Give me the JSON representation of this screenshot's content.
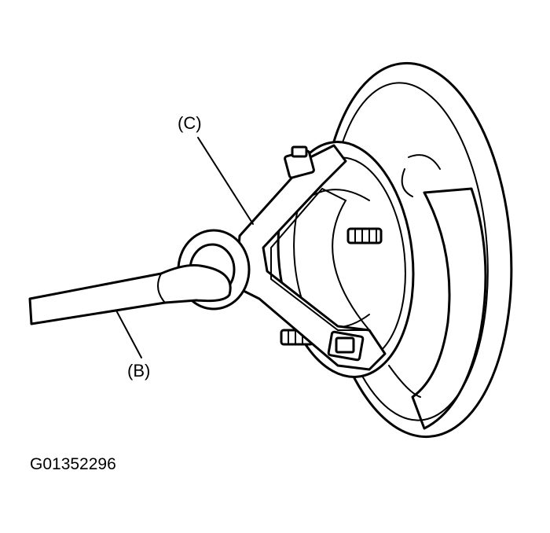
{
  "labels": {
    "c": "(C)",
    "b": "(B)"
  },
  "figure_id": "G01352296"
}
